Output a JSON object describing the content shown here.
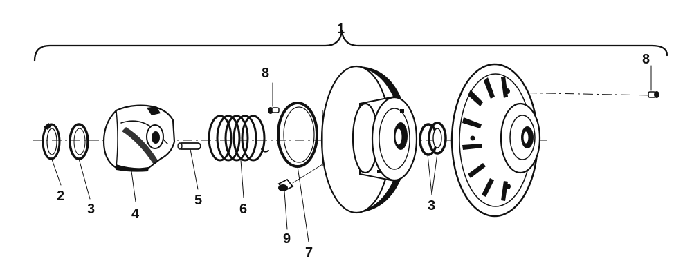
{
  "assembly_callout": "1",
  "callouts": {
    "retaining_ring": "2",
    "washer_left": "3",
    "cam": "4",
    "roll_pin": "5",
    "spring": "6",
    "ring": "7",
    "screw_top": "8",
    "screw_right": "8",
    "screw_bottom": "9",
    "spacer_pair": "3"
  }
}
